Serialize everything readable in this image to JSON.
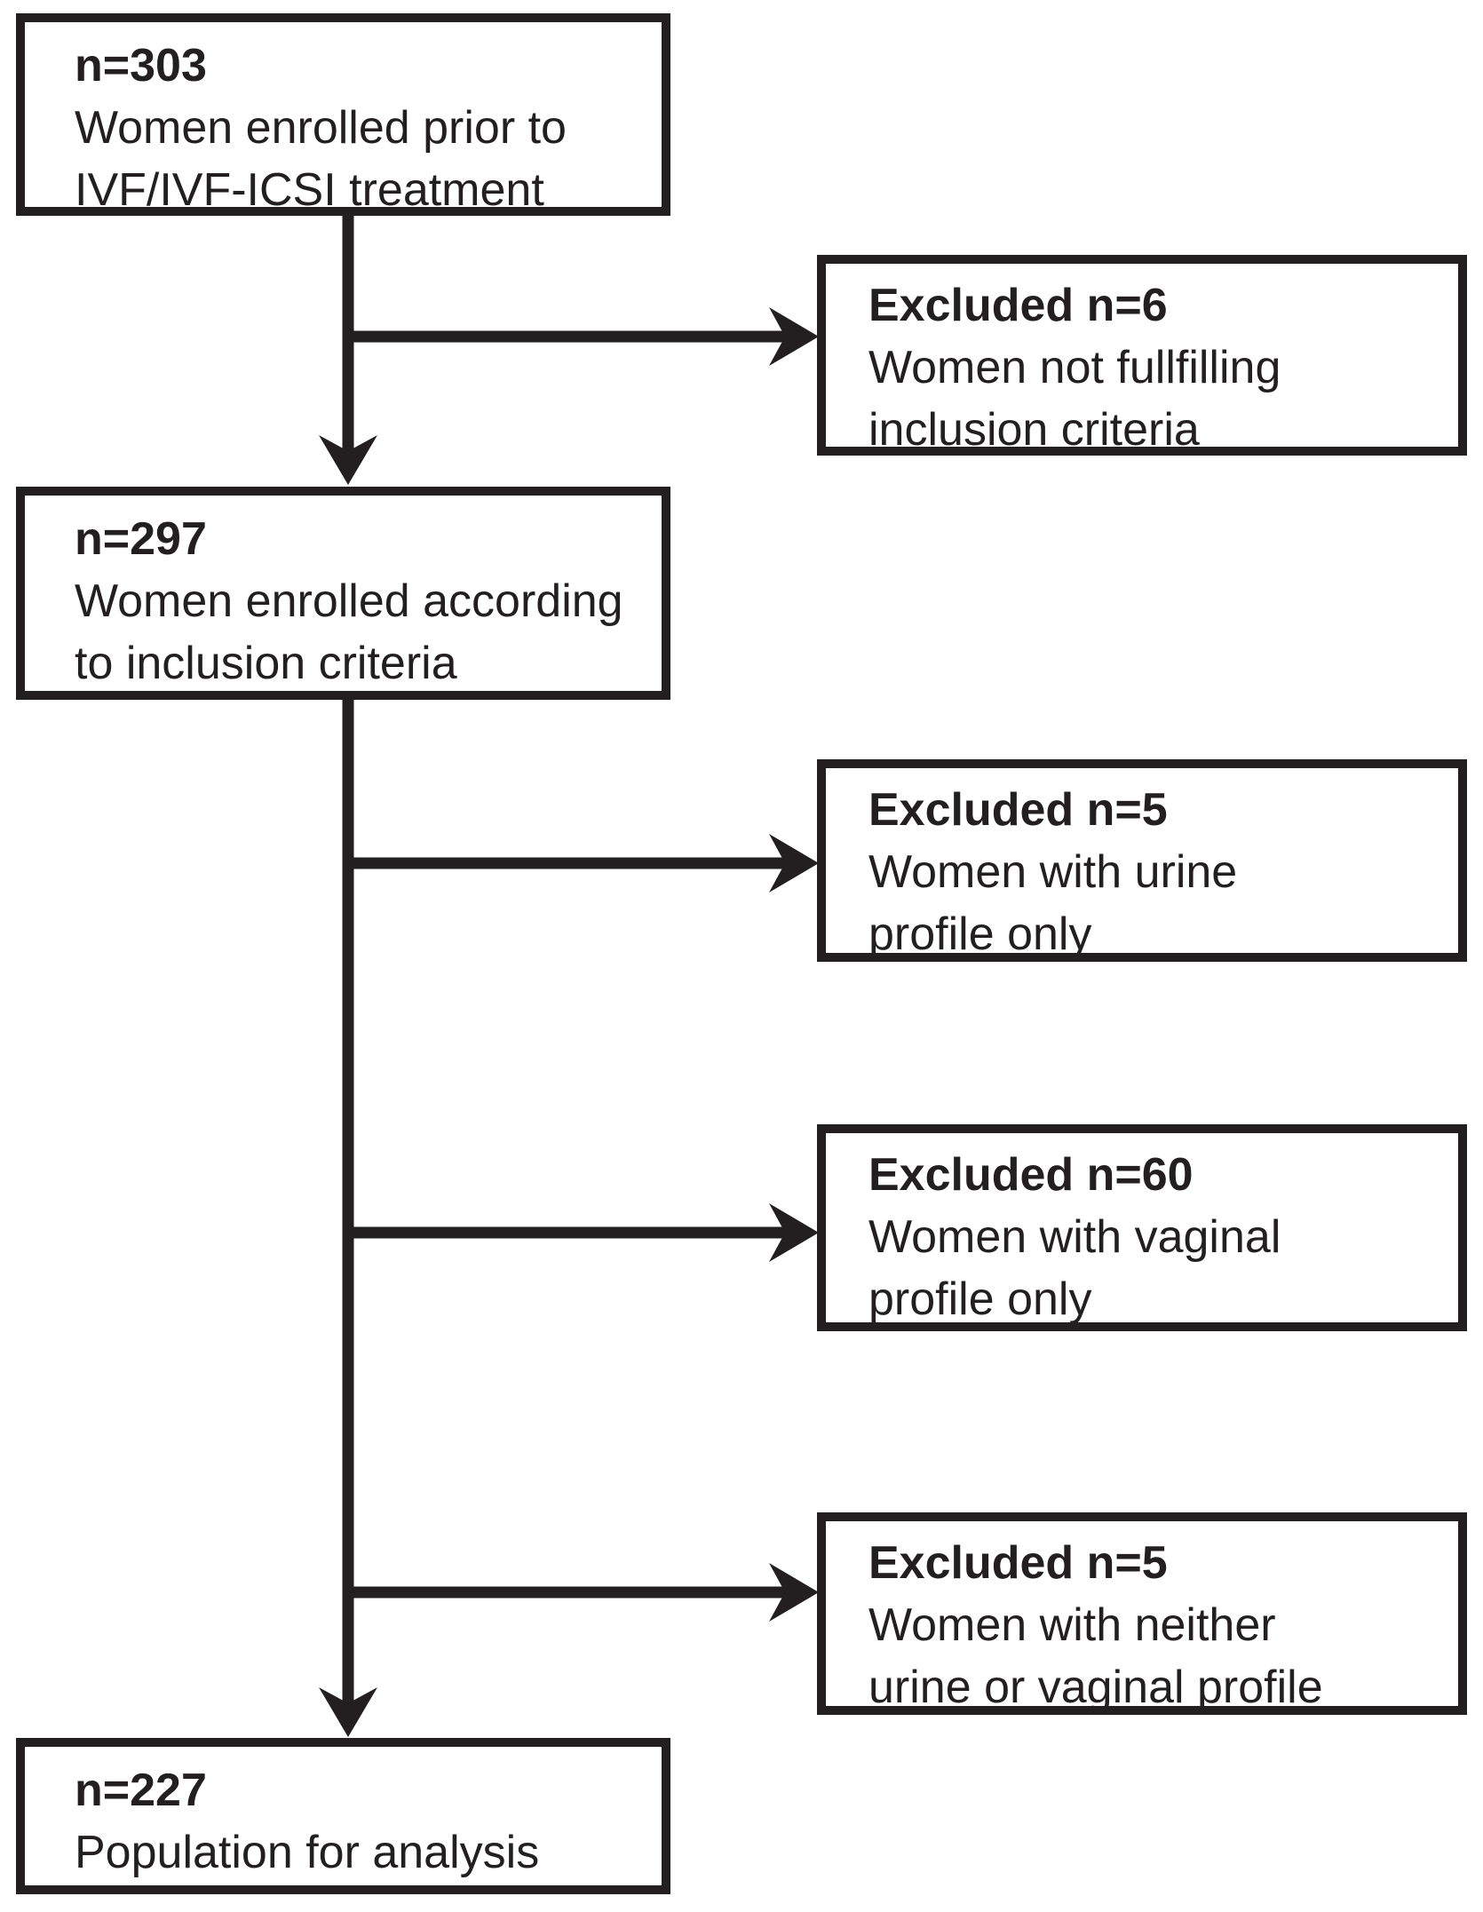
{
  "diagram": {
    "title_hint": "Participant flow chart",
    "colors": {
      "ink": "#231f20",
      "background": "#ffffff"
    },
    "main_flow": [
      {
        "id": "enrolled-prior",
        "count_label": "n=303",
        "lines": [
          "Women enrolled prior to",
          "IVF/IVF-ICSI treatment"
        ]
      },
      {
        "id": "enrolled-inclusion",
        "count_label": "n=297",
        "lines": [
          "Women enrolled according",
          "to inclusion criteria"
        ]
      },
      {
        "id": "population-analysis",
        "count_label": "n=227",
        "lines": [
          "Population for analysis"
        ]
      }
    ],
    "excluded": [
      {
        "id": "excluded-not-fullfilling",
        "count_label": "Excluded n=6",
        "lines": [
          "Women not fullfilling",
          "inclusion criteria"
        ]
      },
      {
        "id": "excluded-urine-only",
        "count_label": "Excluded n=5",
        "lines": [
          "Women with urine",
          "profile only"
        ]
      },
      {
        "id": "excluded-vaginal-only",
        "count_label": "Excluded n=60",
        "lines": [
          "Women with vaginal",
          "profile only"
        ]
      },
      {
        "id": "excluded-neither-profile",
        "count_label": "Excluded n=5",
        "lines": [
          "Women with neither",
          "urine or vaginal profile"
        ]
      }
    ],
    "edges": [
      {
        "from": "enrolled-prior",
        "to": "excluded-not-fullfilling"
      },
      {
        "from": "enrolled-prior",
        "to": "enrolled-inclusion"
      },
      {
        "from": "enrolled-inclusion",
        "to": "excluded-urine-only"
      },
      {
        "from": "enrolled-inclusion",
        "to": "excluded-vaginal-only"
      },
      {
        "from": "enrolled-inclusion",
        "to": "excluded-neither-profile"
      },
      {
        "from": "enrolled-inclusion",
        "to": "population-analysis"
      }
    ]
  }
}
